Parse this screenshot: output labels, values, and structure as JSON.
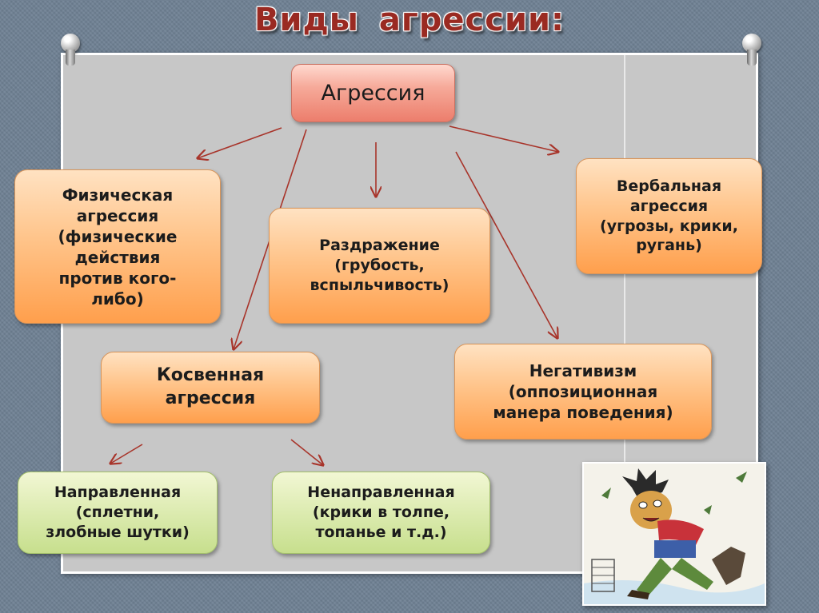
{
  "title": "Виды  агрессии:",
  "nodes": {
    "root": "Агрессия",
    "physical": "Физическая\nагрессия\n(физические\nдействия\nпротив кого-\nлибо)",
    "irritation": "Раздражение\n(грубость,\nвспыльчивость)",
    "verbal": "Вербальная\nагрессия\n(угрозы, крики,\nругань)",
    "indirect": "Косвенная\nагрессия",
    "negativism": "Негативизм\n(оппозиционная\nманера поведения)",
    "directed": "Направленная\n(сплетни,\nзлобные шутки)",
    "undirected": "Ненаправленная\n(крики в толпе,\nтопанье и т.д.)"
  },
  "colors": {
    "title": "#9a2a22",
    "root_fill": "#f2a090",
    "node_fill": "#ffb878",
    "leaf_fill": "#dcebb0",
    "arrow": "#a8342a",
    "panel": "#c7c7c7"
  },
  "icons": [
    "pin-icon",
    "angry-boy-drawing"
  ]
}
